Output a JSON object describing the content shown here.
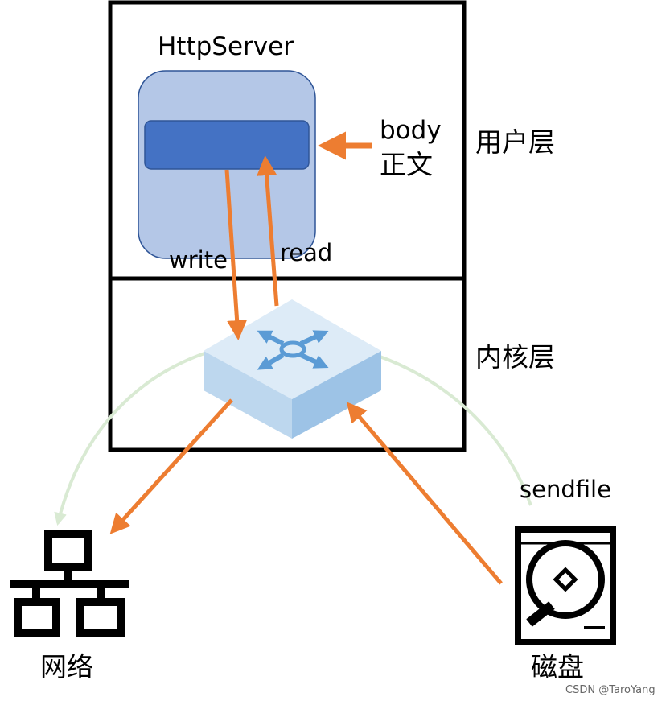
{
  "user_layer": {
    "label": "用户层",
    "server_title": "HttpServer",
    "body_label_line1": "body",
    "body_label_line2": "正文",
    "write_label": "write",
    "read_label": "read"
  },
  "kernel_layer": {
    "label": "内核层"
  },
  "sendfile_label": "sendfile",
  "network": {
    "label": "网络"
  },
  "disk": {
    "label": "磁盘"
  },
  "watermark": "CSDN @TaroYang",
  "colors": {
    "arrow": "#ED7D31",
    "sendfile_arc": "#D9EAD3",
    "server_fill": "#B4C7E7",
    "server_stroke": "#2F5597",
    "buffer_fill": "#4472C4",
    "switch_top": "#DDEBF7",
    "switch_side": "#9DC3E6",
    "switch_arrows": "#5B9BD5"
  }
}
